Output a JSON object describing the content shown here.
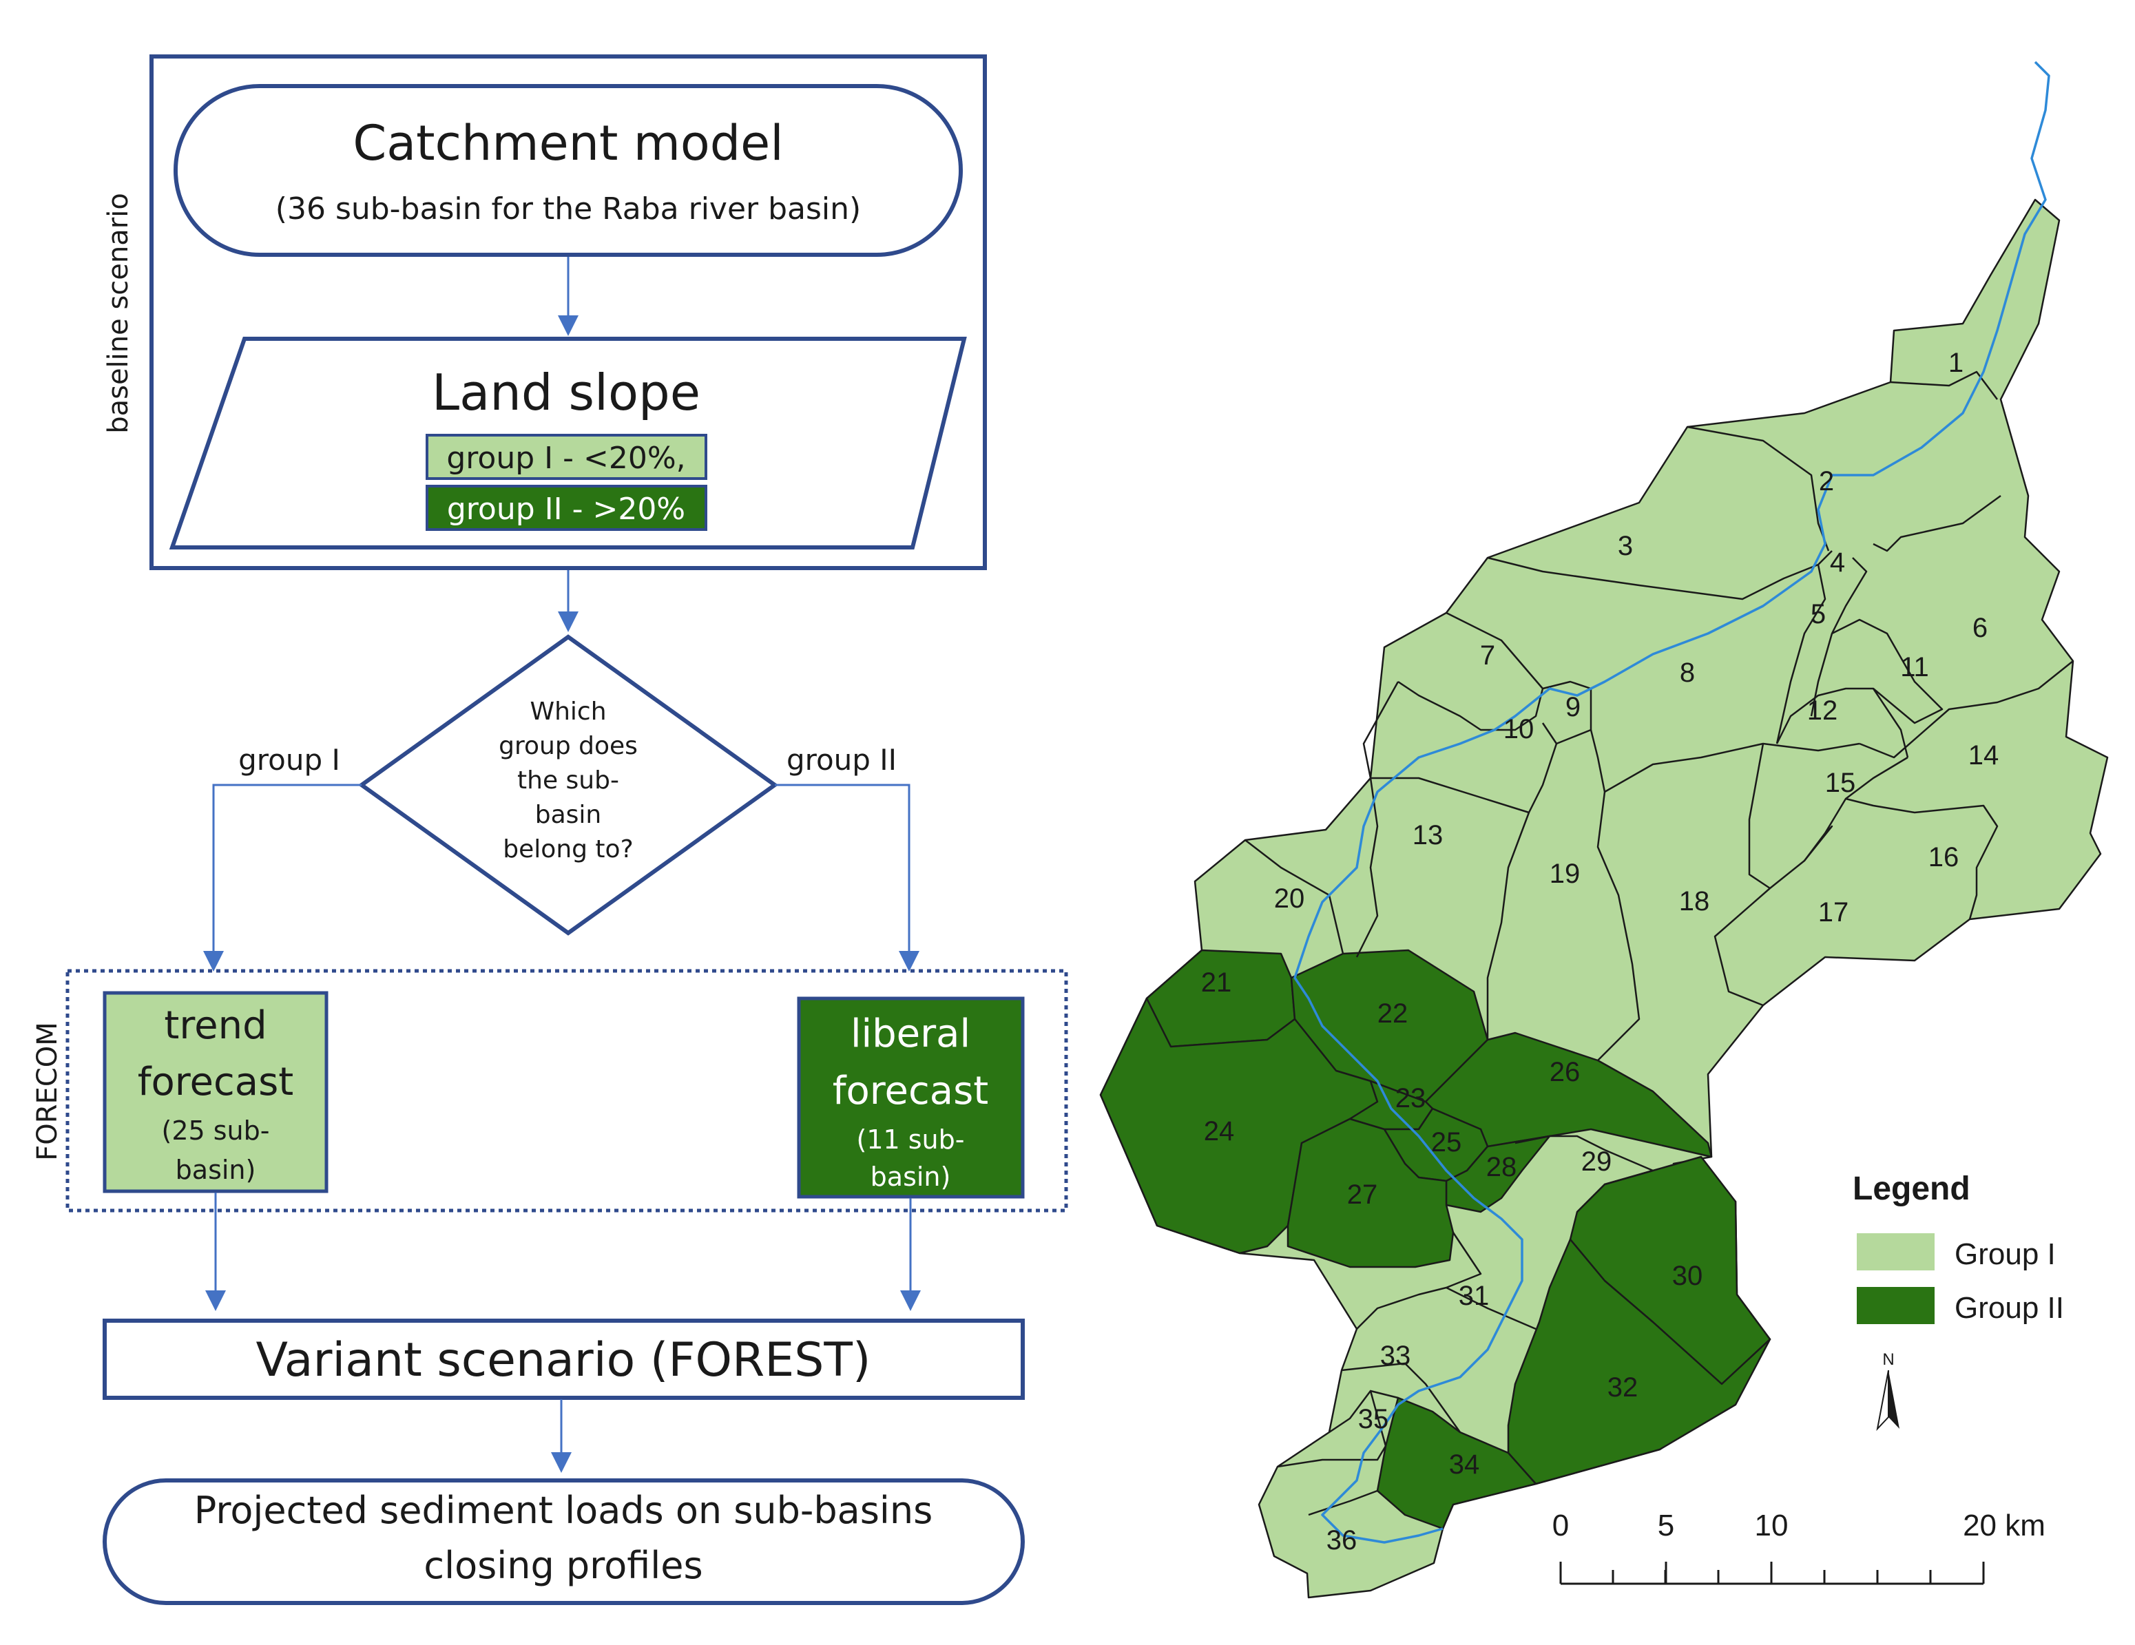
{
  "flowchart": {
    "baseline_label": "baseline scenario",
    "catchment": {
      "title": "Catchment model",
      "subtitle": "(36 sub-basin for the Raba river basin)"
    },
    "land_slope": {
      "title": "Land slope",
      "group1": "group I - <20%,",
      "group2": "group II - >20%"
    },
    "decision": {
      "lines": [
        "Which",
        "group does",
        "the sub-",
        "basin",
        "belong to?"
      ],
      "left_label": "group I",
      "right_label": "group II"
    },
    "forecom_label": "FORECOM",
    "trend": {
      "lines": [
        "trend",
        "forecast"
      ],
      "sub_lines": [
        "(25 sub-",
        "basin)"
      ]
    },
    "liberal": {
      "lines": [
        "liberal",
        "forecast"
      ],
      "sub_lines": [
        "(11 sub-",
        "basin)"
      ]
    },
    "variant": "Variant scenario (FOREST)",
    "projected": {
      "lines": [
        "Projected sediment loads on sub-basins",
        "closing profiles"
      ]
    }
  },
  "map": {
    "subbasin_labels": [
      "1",
      "2",
      "3",
      "4",
      "5",
      "6",
      "7",
      "8",
      "9",
      "10",
      "11",
      "12",
      "13",
      "14",
      "15",
      "16",
      "17",
      "18",
      "19",
      "20",
      "21",
      "22",
      "23",
      "24",
      "25",
      "26",
      "27",
      "28",
      "29",
      "30",
      "31",
      "32",
      "33",
      "34",
      "35",
      "36"
    ],
    "group_ii_subbasins": [
      "21",
      "22",
      "23",
      "24",
      "25",
      "26",
      "27",
      "28",
      "30",
      "32",
      "34"
    ],
    "legend": {
      "title": "Legend",
      "items": [
        {
          "label": "Group I",
          "color": "#b5d99c"
        },
        {
          "label": "Group II",
          "color": "#2a7413"
        }
      ]
    },
    "north_label": "N",
    "scale_labels": [
      "0",
      "5",
      "10",
      "20 km"
    ]
  },
  "colors": {
    "group_i": "#b5d99c",
    "group_ii": "#2a7413",
    "frame": "#2f4a8c",
    "arrow": "#4472c4",
    "river": "#2e8ad8"
  }
}
